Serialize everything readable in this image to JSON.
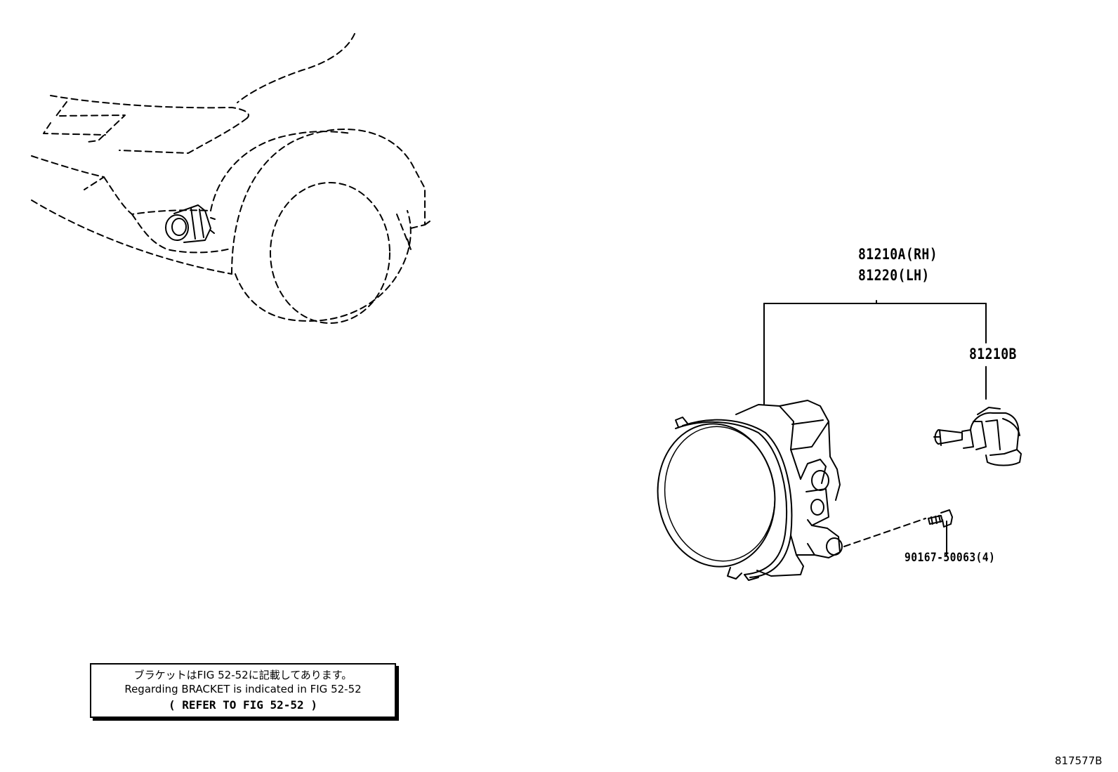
{
  "parts": {
    "fog_lamp_rh": "81210A(RH)",
    "fog_lamp_lh": "81220(LH)",
    "bulb": "81210B",
    "screw": "90167-50063(4)"
  },
  "note": {
    "line_jp": "ブラケットはFIG 52-52に記載してあります。",
    "line_en": "Regarding BRACKET is indicated in FIG 52-52",
    "line_ref": "(   REFER TO FIG 52-52   )"
  },
  "figure_code": "817577B"
}
